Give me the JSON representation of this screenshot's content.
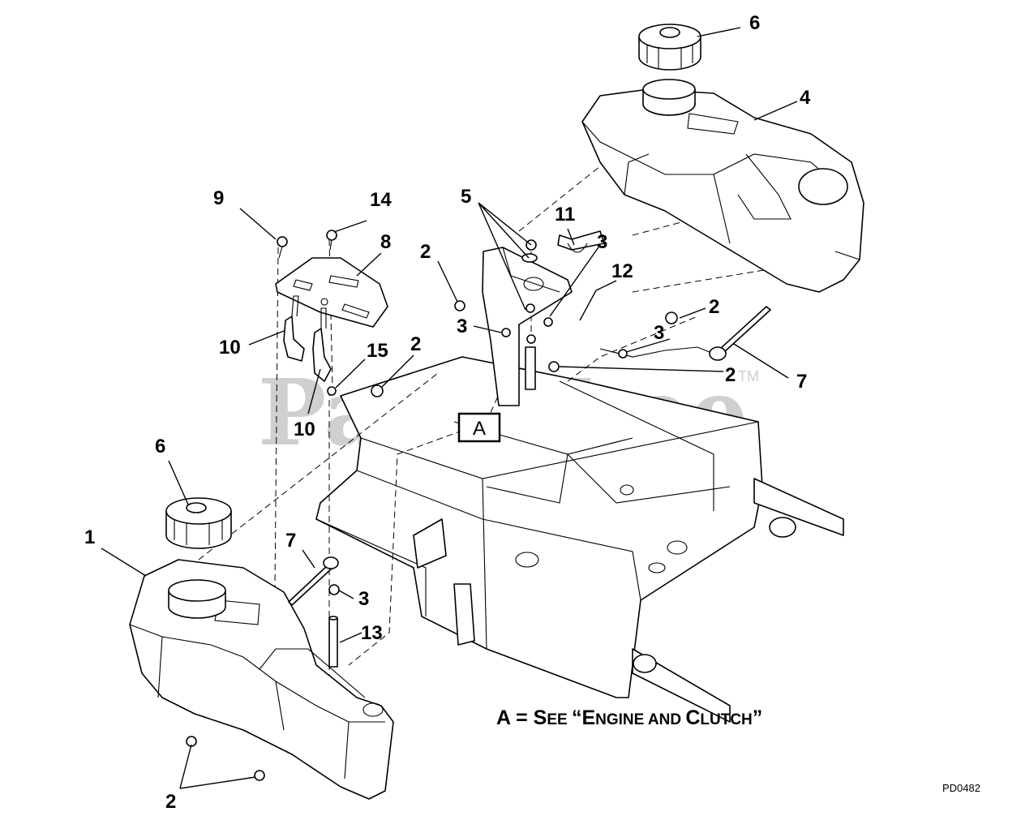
{
  "watermark": {
    "text": "PartsTree",
    "tm": "TM"
  },
  "reference_box": {
    "label": "A"
  },
  "note": {
    "letter": "A",
    "equals": " = ",
    "s1_cap": "S",
    "s1_rest": "EE ",
    "q_open": "“",
    "w2_cap": "E",
    "w2_rest": "NGINE AND ",
    "w3_cap": "C",
    "w3_rest": "LUTCH",
    "q_close": "”"
  },
  "drawing_code": "PD0482",
  "callouts": {
    "c1": "1",
    "c2a": "2",
    "c2b": "2",
    "c2c": "2",
    "c2d": "2",
    "c2e": "2",
    "c3a": "3",
    "c3b": "3",
    "c3c": "3",
    "c3d": "3",
    "c4": "4",
    "c5": "5",
    "c6a": "6",
    "c6b": "6",
    "c7a": "7",
    "c7b": "7",
    "c8": "8",
    "c9": "9",
    "c10a": "10",
    "c10b": "10",
    "c11": "11",
    "c12": "12",
    "c13": "13",
    "c14": "14",
    "c15": "15"
  }
}
